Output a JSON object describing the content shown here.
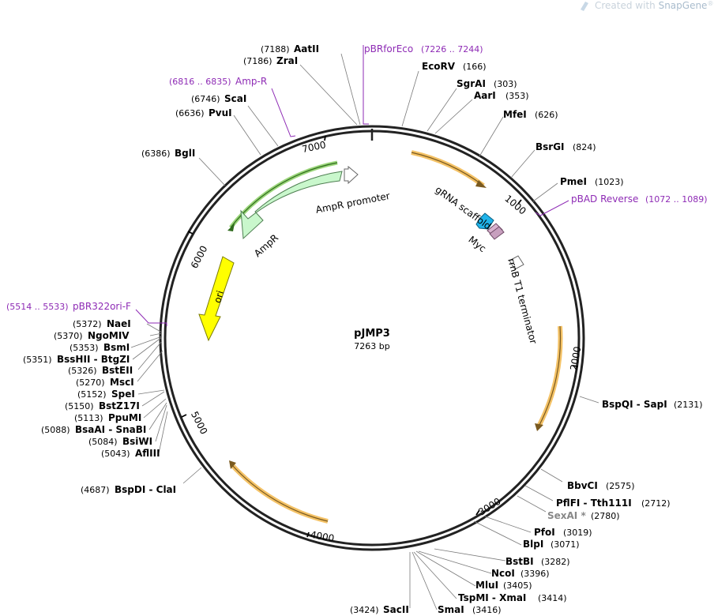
{
  "watermark": {
    "prefix": "Created with ",
    "brand": "SnapGene",
    "mark": "®"
  },
  "plasmid": {
    "name": "pJMP3",
    "size_label": "7263 bp",
    "length": 7263
  },
  "ticks": [
    {
      "pos": 1000,
      "label": "1000"
    },
    {
      "pos": 2000,
      "label": "2000"
    },
    {
      "pos": 3000,
      "label": "3000"
    },
    {
      "pos": 4000,
      "label": "4000"
    },
    {
      "pos": 5000,
      "label": "5000"
    },
    {
      "pos": 6000,
      "label": "6000"
    },
    {
      "pos": 7000,
      "label": "7000"
    }
  ],
  "features": [
    {
      "id": "ampr",
      "label": "AmpR",
      "color": "#c9f7cc",
      "stroke": "#4f7f52"
    },
    {
      "id": "ampr-promoter",
      "label": "AmpR promoter",
      "color": "#ffffff",
      "stroke": "#666666"
    },
    {
      "id": "ori",
      "label": "ori",
      "color": "#ffff00",
      "stroke": "#7a7a00"
    },
    {
      "id": "grna",
      "label": "gRNA scaffold",
      "color": "#1fb3ea",
      "stroke": "#0a5d7d"
    },
    {
      "id": "myc",
      "label": "Myc",
      "color": "#d9b3cf",
      "stroke": "#6e4a66"
    },
    {
      "id": "rrnb",
      "label": "rrnB T1 terminator",
      "color": "#ffffff",
      "stroke": "#666666"
    }
  ],
  "primers": [
    {
      "name": "pBRforEco",
      "range": "(7226 .. 7244)"
    },
    {
      "name": "Amp-R",
      "range": "(6816 .. 6835)"
    },
    {
      "name": "pBAD Reverse",
      "range": "(1072 .. 1089)"
    },
    {
      "name": "pBR322ori-F",
      "range": "(5514 .. 5533)"
    }
  ],
  "sites": [
    {
      "name": "AatII",
      "pos": "(7188)",
      "side": "left"
    },
    {
      "name": "ZraI",
      "pos": "(7186)",
      "side": "left"
    },
    {
      "name": "ScaI",
      "pos": "(6746)",
      "side": "left"
    },
    {
      "name": "PvuI",
      "pos": "(6636)",
      "side": "left"
    },
    {
      "name": "BglI",
      "pos": "(6386)",
      "side": "left"
    },
    {
      "name": "EcoRV",
      "pos": "(166)",
      "side": "right"
    },
    {
      "name": "SgrAI",
      "pos": "(303)",
      "side": "right"
    },
    {
      "name": "AarI",
      "pos": "(353)",
      "side": "right"
    },
    {
      "name": "MfeI",
      "pos": "(626)",
      "side": "right"
    },
    {
      "name": "BsrGI",
      "pos": "(824)",
      "side": "right"
    },
    {
      "name": "PmeI",
      "pos": "(1023)",
      "side": "right"
    },
    {
      "name": "NaeI",
      "pos": "(5372)",
      "side": "left"
    },
    {
      "name": "NgoMIV",
      "pos": "(5370)",
      "side": "left"
    },
    {
      "name": "BsmI",
      "pos": "(5353)",
      "side": "left"
    },
    {
      "name": "BssHII - BtgZI",
      "pos": "(5351)",
      "side": "left"
    },
    {
      "name": "BstEII",
      "pos": "(5326)",
      "side": "left"
    },
    {
      "name": "MscI",
      "pos": "(5270)",
      "side": "left"
    },
    {
      "name": "SpeI",
      "pos": "(5152)",
      "side": "left"
    },
    {
      "name": "BstZ17I",
      "pos": "(5150)",
      "side": "left"
    },
    {
      "name": "PpuMI",
      "pos": "(5113)",
      "side": "left"
    },
    {
      "name": "BsaAI - SnaBI",
      "pos": "(5088)",
      "side": "left"
    },
    {
      "name": "BsiWI",
      "pos": "(5084)",
      "side": "left"
    },
    {
      "name": "AflIII",
      "pos": "(5043)",
      "side": "left"
    },
    {
      "name": "BspDI - ClaI",
      "pos": "(4687)",
      "side": "left"
    },
    {
      "name": "BspQI - SapI",
      "pos": "(2131)",
      "side": "right"
    },
    {
      "name": "BbvCI",
      "pos": "(2575)",
      "side": "right"
    },
    {
      "name": "PflFI - Tth111I",
      "pos": "(2712)",
      "side": "right"
    },
    {
      "name": "SexAI *",
      "pos": "(2780)",
      "side": "right",
      "muted": true
    },
    {
      "name": "PfoI",
      "pos": "(3019)",
      "side": "right"
    },
    {
      "name": "BlpI",
      "pos": "(3071)",
      "side": "right"
    },
    {
      "name": "BstBI",
      "pos": "(3282)",
      "side": "right"
    },
    {
      "name": "NcoI",
      "pos": "(3396)",
      "side": "right"
    },
    {
      "name": "MluI",
      "pos": "(3405)",
      "side": "right"
    },
    {
      "name": "TspMI - XmaI",
      "pos": "(3414)",
      "side": "right"
    },
    {
      "name": "SmaI",
      "pos": "(3416)",
      "side": "right"
    },
    {
      "name": "SacII",
      "pos": "(3424)",
      "side": "left"
    }
  ],
  "colors": {
    "backbone": "#222222",
    "orf_arrow": "#f4c266",
    "orf_core": "#7a5a20",
    "primer": "#8e2bb5"
  }
}
